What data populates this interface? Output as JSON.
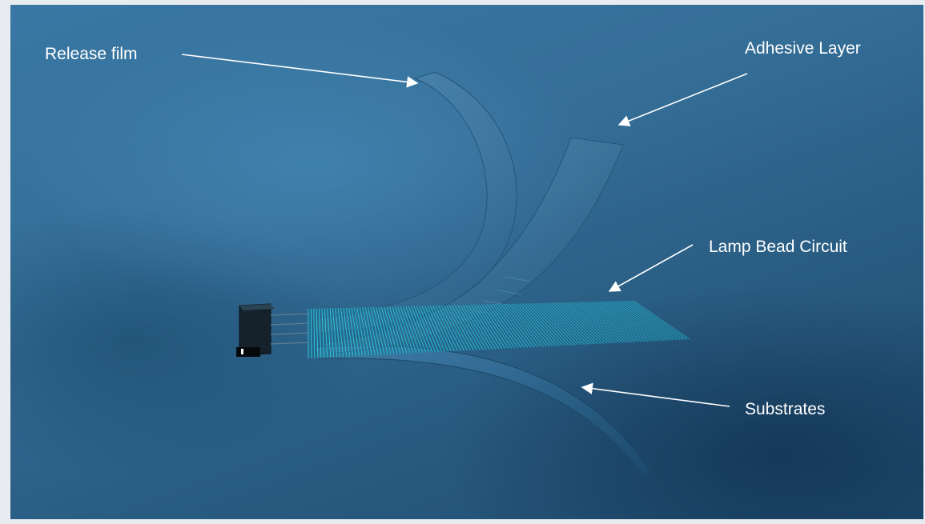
{
  "diagram": {
    "labels": {
      "release_film": "Release film",
      "adhesive_layer": "Adhesive Layer",
      "lamp_bead_circuit": "Lamp Bead Circuit",
      "substrates": "Substrates"
    },
    "colors": {
      "background_top": "#3978a4",
      "background_bottom": "#1f4b6e",
      "circuit_trace": "#2fd3e6",
      "label_text": "#ffffff",
      "arrow": "#ffffff",
      "connector": "#0d1b26"
    }
  }
}
